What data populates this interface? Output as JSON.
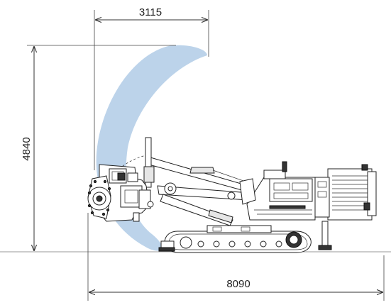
{
  "dimensions": {
    "reach_width": "3115",
    "height": "4840",
    "overall_length": "8090"
  },
  "colors": {
    "working_range_fill": "#bcd3ea",
    "line": "#222222",
    "ground": "#9a9a9a"
  }
}
